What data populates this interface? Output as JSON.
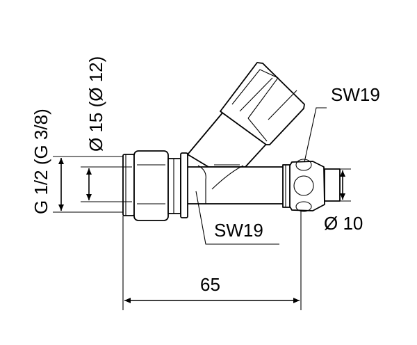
{
  "drawing": {
    "labels": {
      "inlet_thread": "G 1/2 (G 3/8)",
      "inlet_pipe_diameter": "Ø 15 (Ø 12)",
      "outlet_nut_size": "SW19",
      "body_wrench_size": "SW19",
      "outlet_diameter": "Ø 10",
      "overall_length": "65"
    }
  }
}
